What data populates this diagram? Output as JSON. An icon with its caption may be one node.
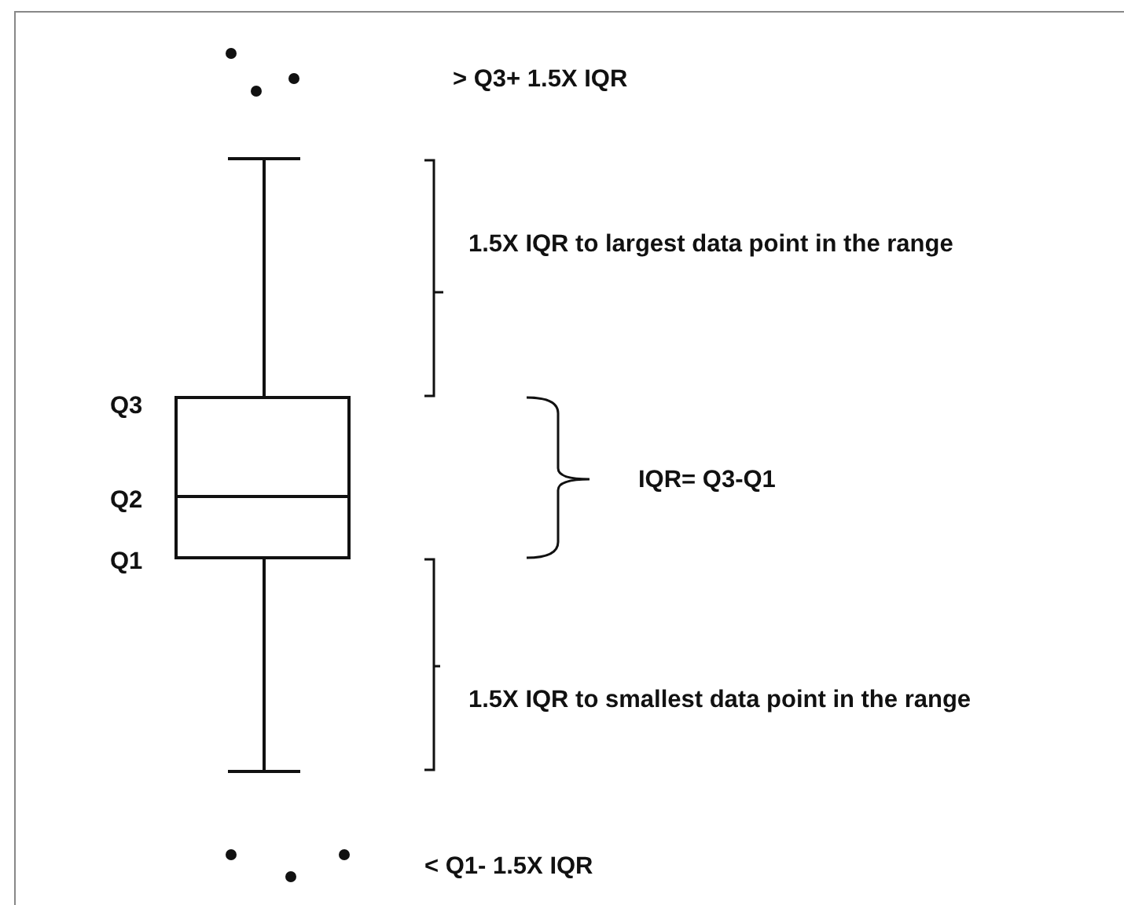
{
  "diagram": {
    "labels": [
      "> Q3+ 1.5X IQR",
      "1.5X IQR to largest data point in the range",
      "Q3",
      "IQR= Q3-Q1",
      "Q2",
      "Q1",
      "1.5X IQR to smallest data point in the range",
      "< Q1- 1.5X IQR"
    ]
  }
}
